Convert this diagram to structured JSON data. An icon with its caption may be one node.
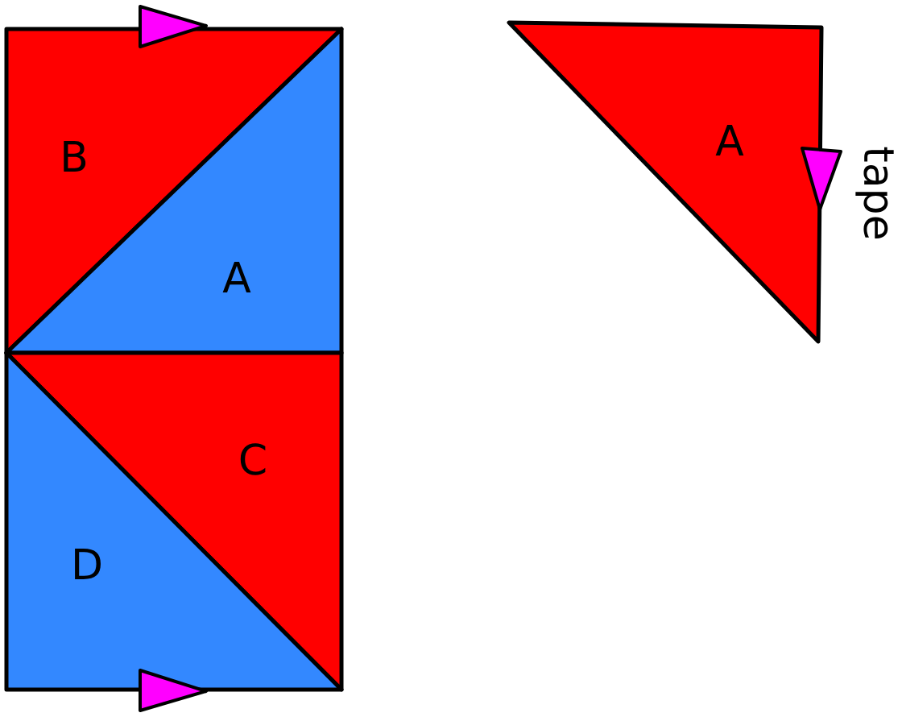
{
  "diagram": {
    "nodes": [
      {
        "text": [
          "B"
        ]
      },
      {
        "text": [
          "A"
        ]
      },
      {
        "text": [
          "C"
        ]
      },
      {
        "text": [
          "D"
        ]
      },
      {
        "text": [
          "A"
        ],
        "beside": [
          "tape"
        ]
      }
    ]
  }
}
